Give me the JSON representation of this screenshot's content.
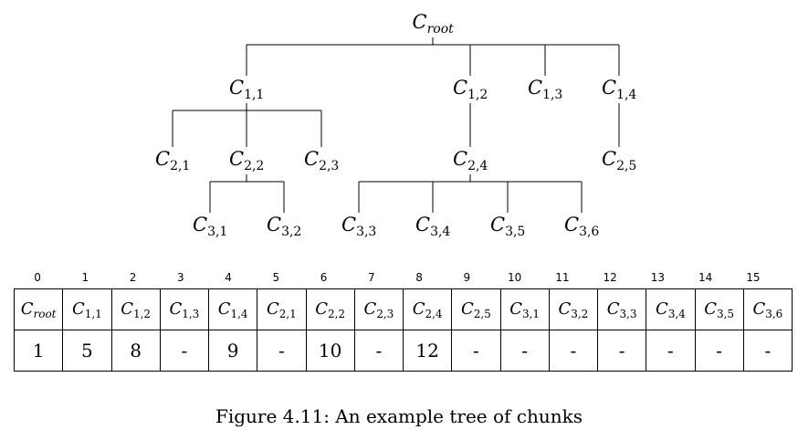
{
  "diagram": {
    "nodes": [
      {
        "id": "root",
        "letter": "C",
        "sub": "root",
        "sub_italic": true
      },
      {
        "id": "c11",
        "letter": "C",
        "sub": "1,1"
      },
      {
        "id": "c12",
        "letter": "C",
        "sub": "1,2"
      },
      {
        "id": "c13",
        "letter": "C",
        "sub": "1,3"
      },
      {
        "id": "c14",
        "letter": "C",
        "sub": "1,4"
      },
      {
        "id": "c21",
        "letter": "C",
        "sub": "2,1"
      },
      {
        "id": "c22",
        "letter": "C",
        "sub": "2,2"
      },
      {
        "id": "c23",
        "letter": "C",
        "sub": "2,3"
      },
      {
        "id": "c24",
        "letter": "C",
        "sub": "2,4"
      },
      {
        "id": "c25",
        "letter": "C",
        "sub": "2,5"
      },
      {
        "id": "c31",
        "letter": "C",
        "sub": "3,1"
      },
      {
        "id": "c32",
        "letter": "C",
        "sub": "3,2"
      },
      {
        "id": "c33",
        "letter": "C",
        "sub": "3,3"
      },
      {
        "id": "c34",
        "letter": "C",
        "sub": "3,4"
      },
      {
        "id": "c35",
        "letter": "C",
        "sub": "3,5"
      },
      {
        "id": "c36",
        "letter": "C",
        "sub": "3,6"
      }
    ],
    "edges": [
      [
        "root",
        "c11"
      ],
      [
        "root",
        "c12"
      ],
      [
        "root",
        "c13"
      ],
      [
        "root",
        "c14"
      ],
      [
        "c11",
        "c21"
      ],
      [
        "c11",
        "c22"
      ],
      [
        "c11",
        "c23"
      ],
      [
        "c12",
        "c24"
      ],
      [
        "c14",
        "c25"
      ],
      [
        "c22",
        "c31"
      ],
      [
        "c22",
        "c32"
      ],
      [
        "c24",
        "c33"
      ],
      [
        "c24",
        "c34"
      ],
      [
        "c24",
        "c35"
      ],
      [
        "c24",
        "c36"
      ]
    ]
  },
  "table": {
    "indices": [
      "0",
      "1",
      "2",
      "3",
      "4",
      "5",
      "6",
      "7",
      "8",
      "9",
      "10",
      "11",
      "12",
      "13",
      "14",
      "15"
    ],
    "cells": [
      {
        "sub": "root",
        "sub_italic": true,
        "value": "1"
      },
      {
        "sub": "1,1",
        "value": "5"
      },
      {
        "sub": "1,2",
        "value": "8"
      },
      {
        "sub": "1,3",
        "value": "-"
      },
      {
        "sub": "1,4",
        "value": "9"
      },
      {
        "sub": "2,1",
        "value": "-"
      },
      {
        "sub": "2,2",
        "value": "10"
      },
      {
        "sub": "2,3",
        "value": "-"
      },
      {
        "sub": "2,4",
        "value": "12"
      },
      {
        "sub": "2,5",
        "value": "-"
      },
      {
        "sub": "3,1",
        "value": "-"
      },
      {
        "sub": "3,2",
        "value": "-"
      },
      {
        "sub": "3,3",
        "value": "-"
      },
      {
        "sub": "3,4",
        "value": "-"
      },
      {
        "sub": "3,5",
        "value": "-"
      },
      {
        "sub": "3,6",
        "value": "-"
      }
    ],
    "letter": "C"
  },
  "caption": "Figure 4.11: An example tree of chunks"
}
